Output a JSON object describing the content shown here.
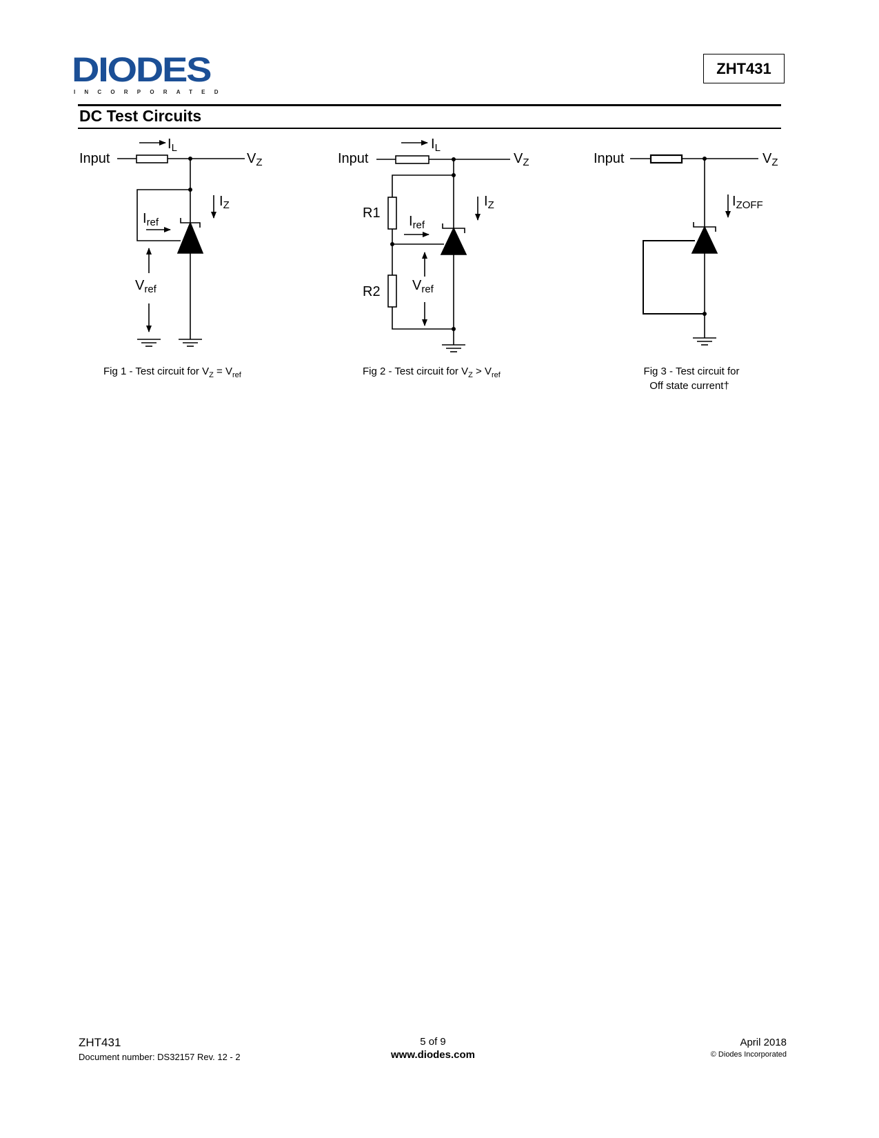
{
  "header": {
    "logo_text": "DIODES",
    "logo_subtext": "INCORPORATED",
    "logo_color": "#1b4f96",
    "part_number": "ZHT431"
  },
  "section_title": "DC Test Circuits",
  "figures": [
    {
      "input_label": "Input",
      "il_main": "I",
      "il_sub": "L",
      "vz_main": "V",
      "vz_sub": "Z",
      "iz_main": "I",
      "iz_sub": "Z",
      "iref_main": "I",
      "iref_sub": "ref",
      "vref_main": "V",
      "vref_sub": "ref",
      "caption_pre": "Fig 1 - Test circuit for V",
      "caption_sub1": "Z",
      "caption_mid": " = V",
      "caption_sub2": "ref"
    },
    {
      "input_label": "Input",
      "il_main": "I",
      "il_sub": "L",
      "vz_main": "V",
      "vz_sub": "Z",
      "iz_main": "I",
      "iz_sub": "Z",
      "iref_main": "I",
      "iref_sub": "ref",
      "vref_main": "V",
      "vref_sub": "ref",
      "r1": "R1",
      "r2": "R2",
      "caption_pre": "Fig 2 - Test circuit for V",
      "caption_sub1": "Z",
      "caption_mid": " > V",
      "caption_sub2": "ref"
    },
    {
      "input_label": "Input",
      "vz_main": "V",
      "vz_sub": "Z",
      "izoff_main": "I",
      "izoff_sub": "ZOFF",
      "caption_line1": "Fig 3 - Test circuit for",
      "caption_line2": "Off state current†"
    }
  ],
  "footer": {
    "part_number": "ZHT431",
    "doc_number": "Document number: DS32157  Rev. 12 - 2",
    "page": "5 of 9",
    "website": "www.diodes.com",
    "date": "April 2018",
    "copyright": "© Diodes Incorporated"
  }
}
